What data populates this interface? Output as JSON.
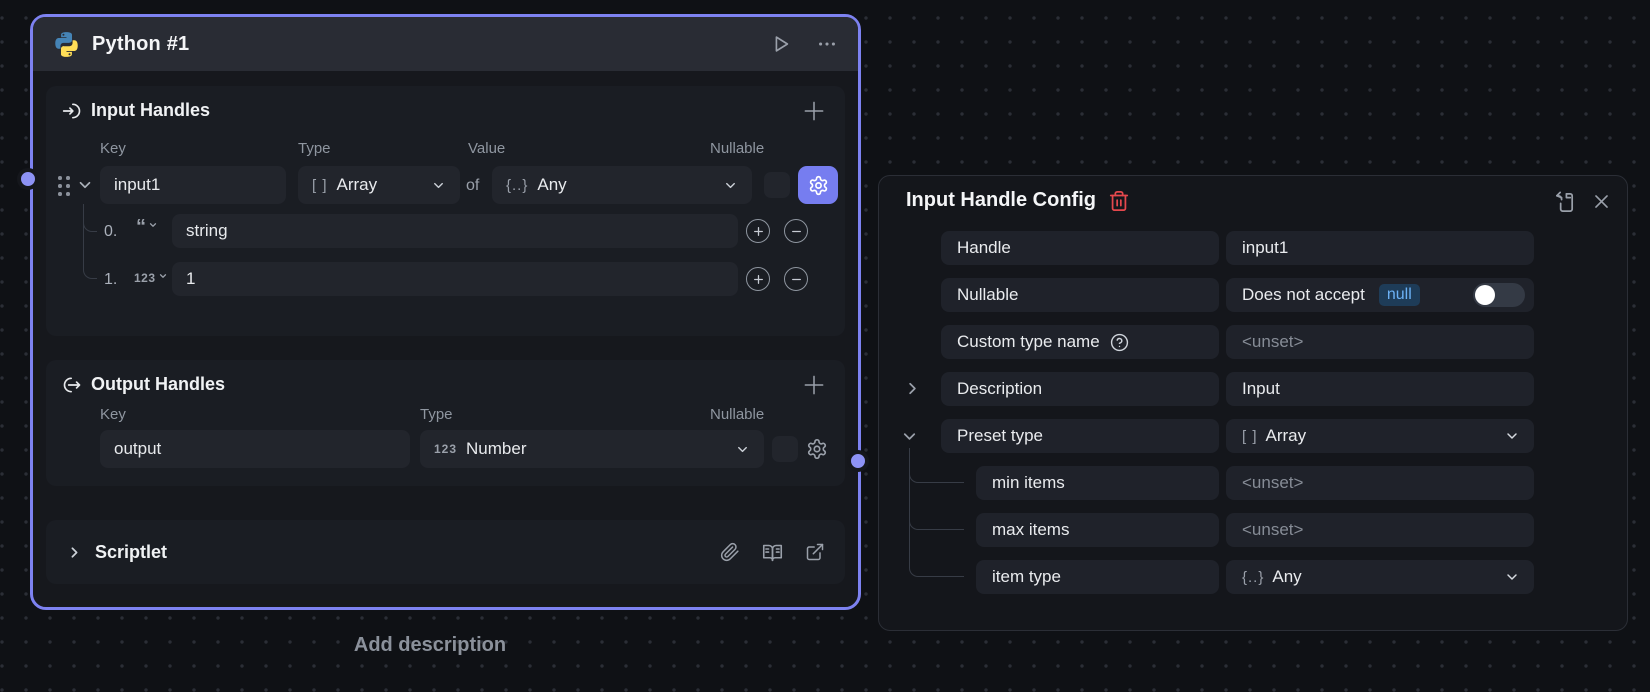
{
  "node": {
    "title": "Python #1",
    "input_handles": {
      "title": "Input Handles",
      "columns": {
        "key": "Key",
        "type": "Type",
        "value": "Value",
        "nullable": "Nullable"
      },
      "row": {
        "key": "input1",
        "type_icon": "[ ]",
        "type": "Array",
        "of": "of",
        "item_type_icon": "{..}",
        "item_type": "Any"
      },
      "items": [
        {
          "index": "0.",
          "kind_icon": "“",
          "value": "string"
        },
        {
          "index": "1.",
          "kind_icon": "123",
          "value": "1"
        }
      ]
    },
    "output_handles": {
      "title": "Output Handles",
      "columns": {
        "key": "Key",
        "type": "Type",
        "nullable": "Nullable"
      },
      "row": {
        "key": "output",
        "type_icon": "123",
        "type": "Number"
      }
    },
    "scriptlet": {
      "title": "Scriptlet"
    },
    "add_description": "Add description"
  },
  "panel": {
    "title": "Input Handle Config",
    "rows": [
      {
        "label": "Handle",
        "value": "input1"
      },
      {
        "label": "Nullable",
        "value": "Does not accept",
        "badge": "null"
      },
      {
        "label": "Custom type name",
        "value": "<unset>"
      },
      {
        "label": "Description",
        "value": "Input"
      },
      {
        "label": "Preset type",
        "type_icon": "[ ]",
        "value": "Array"
      },
      {
        "label": "min items",
        "value": "<unset>"
      },
      {
        "label": "max items",
        "value": "<unset>"
      },
      {
        "label": "item type",
        "type_icon": "{..}",
        "value": "Any"
      }
    ]
  },
  "colors": {
    "accent": "#7d82f1",
    "danger": "#e5484d",
    "null_badge": "#6cb1f5"
  }
}
